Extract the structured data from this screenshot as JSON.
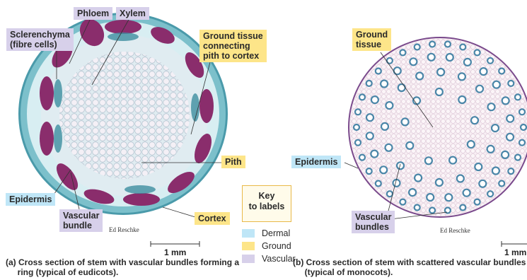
{
  "colors": {
    "dermal": "#bfe6f7",
    "ground": "#fde589",
    "vascular": "#d7d0ea",
    "key_border": "#e9b949"
  },
  "eudicot": {
    "labels": {
      "phloem": "Phloem",
      "xylem": "Xylem",
      "sclerenchyma": "Sclerenchyma\n(fibre cells)",
      "ground_tissue": "Ground tissue\nconnecting\npith to cortex",
      "pith": "Pith",
      "epidermis": "Epidermis",
      "vascular_bundle": "Vascular\nbundle",
      "cortex": "Cortex"
    },
    "credit": "Ed Reschke",
    "scale": "1 mm",
    "caption": "(a) Cross section of stem with vascular bundles forming a\n     ring (typical of eudicots)."
  },
  "key": {
    "title": "Key\nto labels",
    "items": [
      "Dermal",
      "Ground",
      "Vascular"
    ]
  },
  "monocot": {
    "labels": {
      "ground_tissue": "Ground\ntissue",
      "epidermis": "Epidermis",
      "vascular_bundles": "Vascular\nbundles"
    },
    "credit": "Ed Reschke",
    "scale": "1 mm",
    "caption": "(b) Cross section of stem with scattered vascular bundles\n     (typical of monocots)."
  }
}
